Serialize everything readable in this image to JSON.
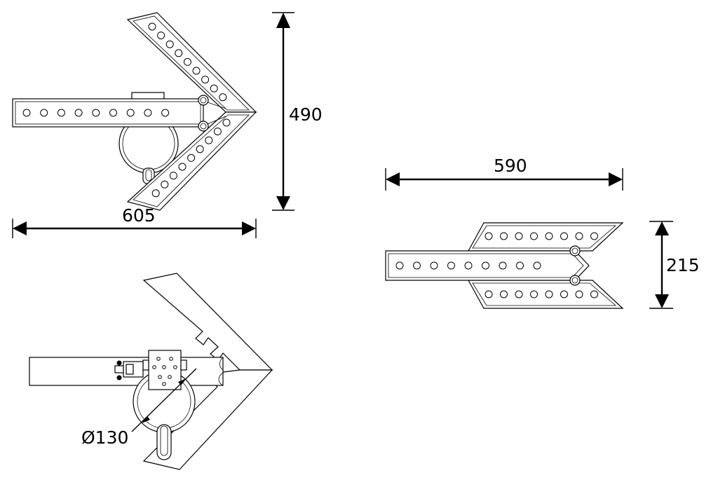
{
  "dimensions": {
    "height_front": "490",
    "width_front": "605",
    "width_side": "590",
    "height_side": "215",
    "diameter_ring": "Ø130"
  },
  "colors": {
    "line": "#000000",
    "background": "#ffffff"
  }
}
